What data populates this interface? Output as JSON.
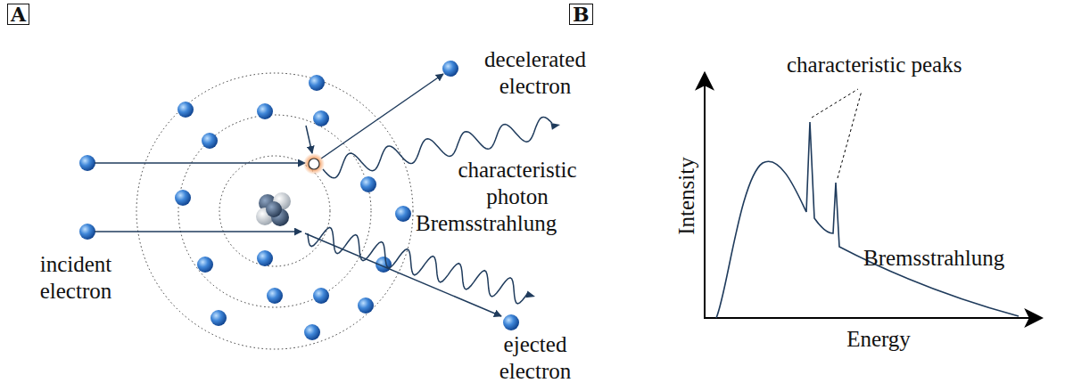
{
  "diagram": {
    "labels": [
      "A",
      "decelerated electron",
      "characteristic photon",
      "Bremsstrahlung",
      "incident electron",
      "ejected electron",
      "B",
      "characteristic peaks",
      "Intensity",
      "Energy",
      "Bremsstrahlung"
    ]
  }
}
